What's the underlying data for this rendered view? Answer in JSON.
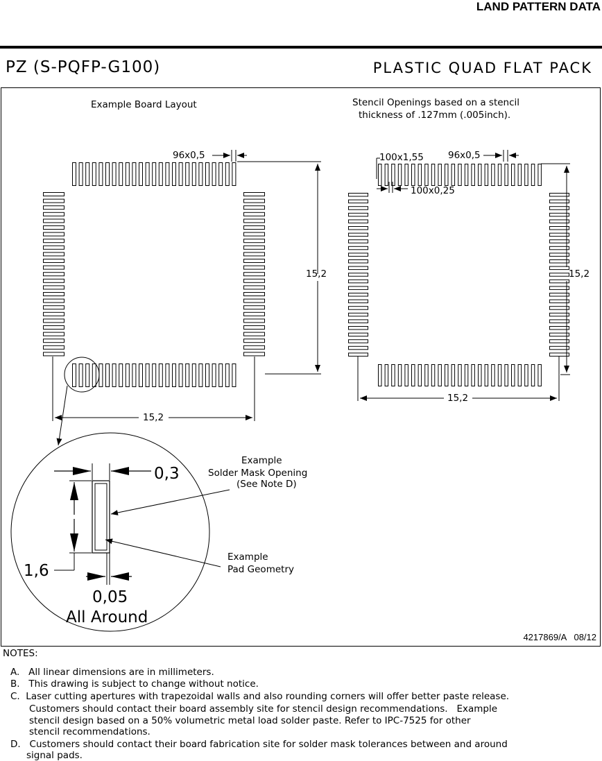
{
  "header": {
    "title": "LAND PATTERN DATA"
  },
  "package": {
    "id": "PZ (S-PQFP-G100)",
    "type": "PLASTIC QUAD FLAT PACK"
  },
  "board": {
    "title": "Example Board Layout",
    "pitch_label": "96x0,5",
    "height_dim": "15,2",
    "width_dim": "15,2"
  },
  "stencil": {
    "title_line1": "Stencil Openings based on a stencil",
    "title_line2": "thickness of .127mm (.005inch).",
    "pad_count_label": "100x1,55",
    "pitch_label": "96x0,5",
    "width_label": "100x0,25",
    "height_dim": "15,2",
    "width_dim": "15,2"
  },
  "detail": {
    "mask_label_1": "Example",
    "mask_label_2": "Solder Mask Opening",
    "mask_label_3": "(See Note D)",
    "pad_label_1": "Example",
    "pad_label_2": "Pad Geometry",
    "width_dim": "0,3",
    "length_dim": "1,6",
    "clearance_dim": "0,05",
    "clearance_note": "All Around"
  },
  "drawing_number": "4217869/A   08/12",
  "notes": {
    "title": "NOTES:",
    "A": "A.   All linear dimensions are in millimeters.",
    "B": "B.   This drawing is subject to change without notice.",
    "C1": "C.  Laser cutting apertures with trapezoidal walls and also rounding corners will offer better paste release.",
    "C2": "Customers should contact their board assembly site for stencil design recommendations.   Example",
    "C3": "stencil design based on a 50% volumetric metal load solder paste. Refer to IPC-7525 for other",
    "C4": "stencil recommendations.",
    "D1": "D.   Customers should contact their board fabrication site for solder mask tolerances between and around",
    "D2": "signal pads."
  }
}
